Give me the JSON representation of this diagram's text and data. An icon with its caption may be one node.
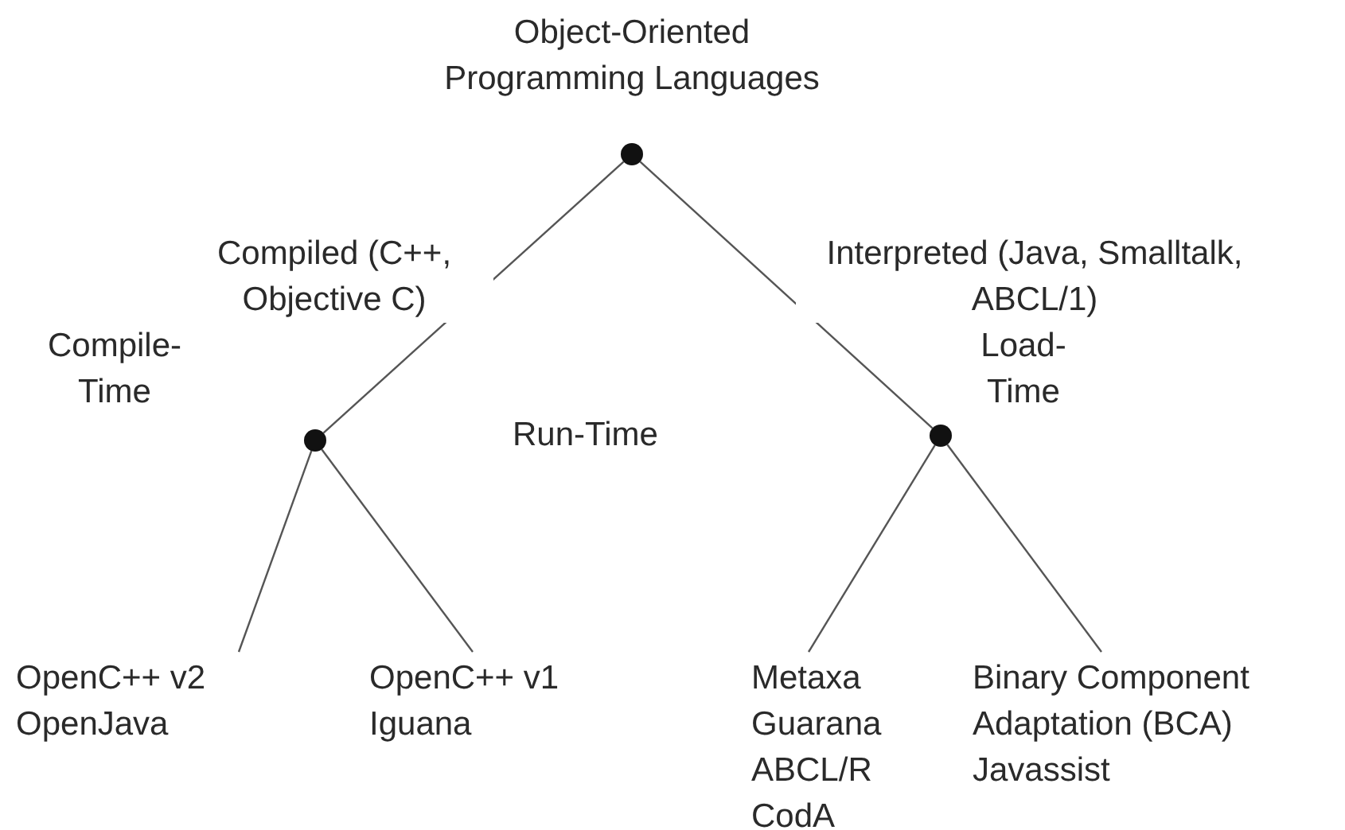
{
  "diagram": {
    "title": "Object-Oriented Programming Languages",
    "nodes": [
      {
        "text": [],
        "shape": "circle"
      },
      {
        "text": [],
        "shape": "circle"
      },
      {
        "text": [],
        "shape": "circle"
      },
      {
        "text": [
          "OpenC++ v2",
          "OpenJava"
        ]
      },
      {
        "text": [
          "OpenC++ v1",
          "Iguana"
        ]
      },
      {
        "text": [
          "Metaxa",
          "Guarana",
          "ABCL/R",
          "CodA"
        ]
      },
      {
        "text": [
          "Binary Component Adaptation (BCA)",
          "Javassist"
        ]
      }
    ],
    "edges": [
      {
        "from": 0,
        "to": 1,
        "arrow": "none",
        "label": "Compiled (C++, Objective C)"
      },
      {
        "from": 0,
        "to": 2,
        "arrow": "none",
        "label": "Interpreted (Java, Smalltalk, ABCL/1)"
      },
      {
        "from": 1,
        "to": 3,
        "arrow": "none",
        "label": "Compile-Time"
      },
      {
        "from": 1,
        "to": 4,
        "arrow": "none"
      },
      {
        "from": 2,
        "to": 5,
        "arrow": "none"
      },
      {
        "from": 2,
        "to": 6,
        "arrow": "none",
        "label": "Load-Time"
      }
    ],
    "labels": [
      "Run-Time"
    ]
  }
}
